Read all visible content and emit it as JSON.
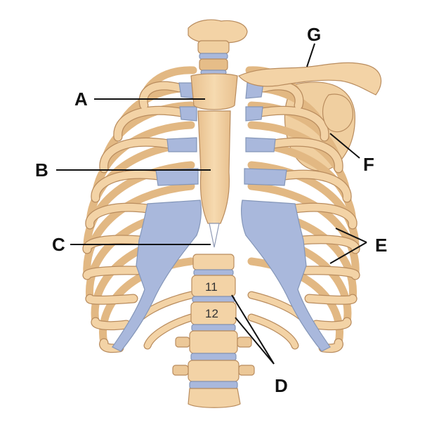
{
  "labels": {
    "a": "A",
    "b": "B",
    "c": "C",
    "d": "D",
    "e": "E",
    "f": "F",
    "g": "G"
  },
  "vertebra_numbers": {
    "t11": "11",
    "t12": "12"
  },
  "colors": {
    "bone": "#f3d3a6",
    "bone_shadow": "#e2b883",
    "cartilage": "#a9b8dc",
    "background": "#ffffff",
    "label_ink": "#111111"
  }
}
